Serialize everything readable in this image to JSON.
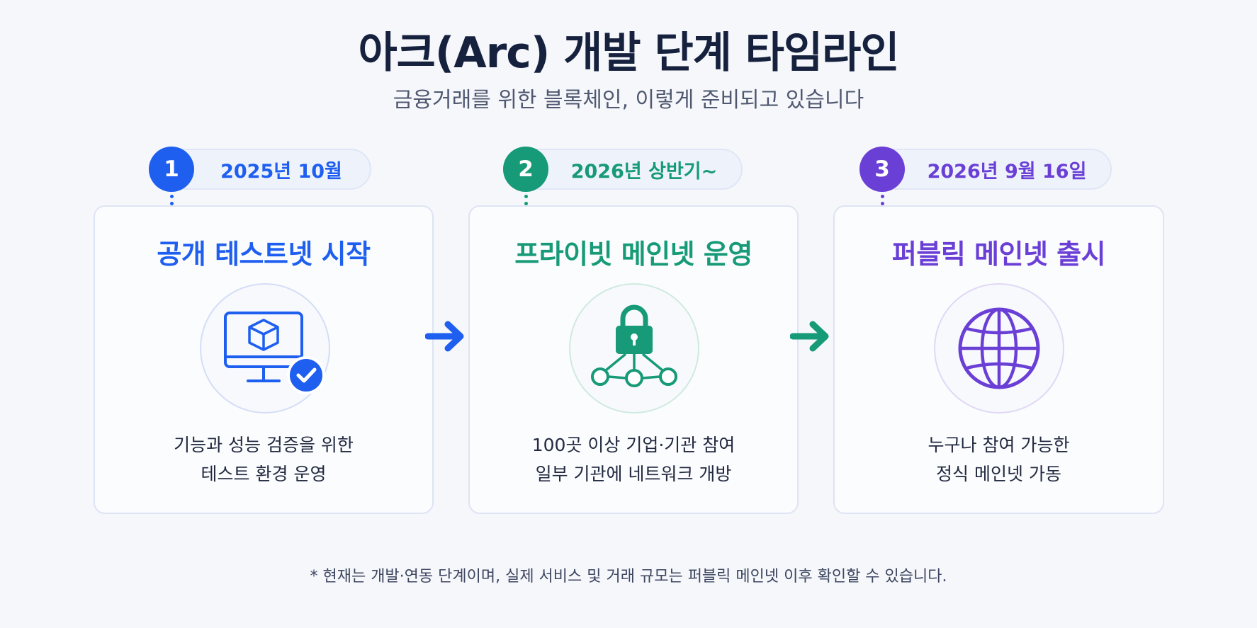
{
  "header": {
    "title": "아크(Arc) 개발 단계 타임라인",
    "subtitle": "금융거래를 위한 블록체인, 이렇게 준비되고 있습니다"
  },
  "steps": [
    {
      "number": "1",
      "date": "2025년 10월",
      "title": "공개 테스트넷 시작",
      "desc_line1": "기능과 성능 검증을 위한",
      "desc_line2": "테스트 환경 운영",
      "icon": "monitor-cube-check-icon",
      "color": "#1e5ff0"
    },
    {
      "number": "2",
      "date": "2026년 상반기~",
      "title": "프라이빗 메인넷 운영",
      "desc_line1": "100곳 이상 기업·기관 참여",
      "desc_line2": "일부 기관에 네트워크 개방",
      "icon": "lock-network-icon",
      "color": "#169a77"
    },
    {
      "number": "3",
      "date": "2026년 9월 16일",
      "title": "퍼블릭 메인넷 출시",
      "desc_line1": "누구나 참여 가능한",
      "desc_line2": "정식 메인넷 가동",
      "icon": "globe-icon",
      "color": "#6a3fd6"
    }
  ],
  "footnote": "* 현재는 개발·연동 단계이며, 실제 서비스 및 거래 규모는 퍼블릭 메인넷 이후 확인할 수 있습니다."
}
